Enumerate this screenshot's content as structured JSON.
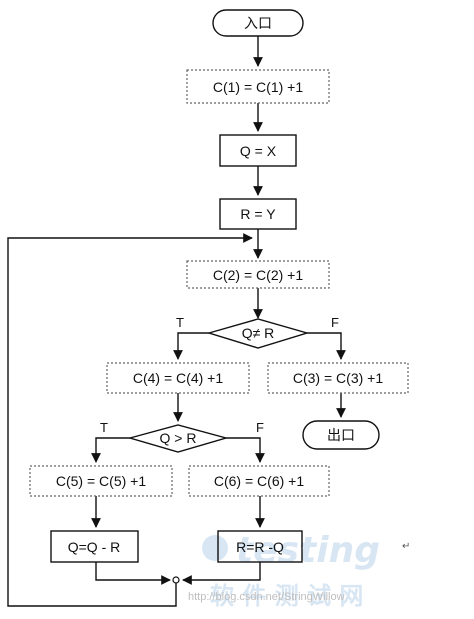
{
  "flowchart": {
    "entry": "入口",
    "exit": "出口",
    "steps": {
      "c1": "C(1) = C(1) +1",
      "q_x": "Q = X",
      "r_y": "R = Y",
      "c2": "C(2) = C(2) +1",
      "c4": "C(4) = C(4) +1",
      "c3": "C(3) = C(3) +1",
      "c5": "C(5) = C(5) +1",
      "c6": "C(6) = C(6) +1",
      "q_minus_r": "Q=Q - R",
      "r_minus_q": "R=R -Q"
    },
    "decisions": {
      "d1": {
        "text": "Q≠ R",
        "true_label": "T",
        "false_label": "F"
      },
      "d2": {
        "text": "Q > R",
        "true_label": "T",
        "false_label": "F"
      }
    }
  },
  "watermark": {
    "brand": "testing",
    "subtitle": "软 件 测 试 网",
    "url": "http://blog.csdn.net/StringWillow"
  },
  "colors": {
    "line": "#111111",
    "dotted_border": "#666666",
    "watermark": "#b9d3ea"
  }
}
